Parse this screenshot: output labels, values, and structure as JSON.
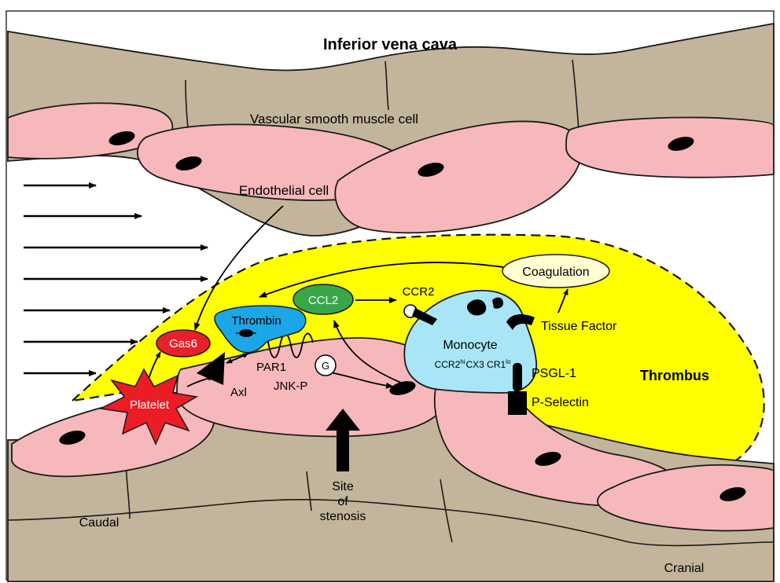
{
  "title": "Inferior vena cava",
  "labels": {
    "vsmc": "Vascular smooth muscle cell",
    "endothelial": "Endothelial cell",
    "thrombus": "Thrombus",
    "coagulation": "Coagulation",
    "ccl2": "CCL2",
    "ccr2": "CCR2",
    "thrombin": "Thrombin",
    "gas6": "Gas6",
    "platelet": "Platelet",
    "par1": "PAR1",
    "axl": "Axl",
    "g": "G",
    "jnk": "JNK-P",
    "monocyte": "Monocyte",
    "monocyte_sub_1": "CCR2",
    "monocyte_sup_1": "hi",
    "monocyte_sub_2": "CX3 CR1",
    "monocyte_sup_2": "lo",
    "tissue_factor": "Tissue Factor",
    "psgl1": "PSGL-1",
    "pselectin": "P-Selectin",
    "site_1": "Site",
    "site_2": "of",
    "site_3": "stenosis",
    "caudal": "Caudal",
    "cranial": "Cranial"
  },
  "colors": {
    "muscle": "#c2b59b",
    "endothelium": "#f7b8bb",
    "thrombus": "#ffff00",
    "ccl2": "#3aa64a",
    "thrombin": "#1ba6e8",
    "gas6": "#e8202a",
    "platelet": "#ec1c24",
    "monocyte": "#a8e6f7",
    "coagulation": "#ffffd2",
    "nucleus": "#000000"
  }
}
